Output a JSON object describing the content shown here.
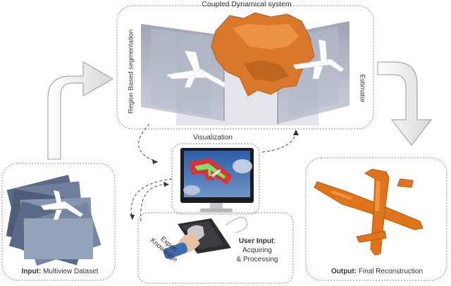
{
  "diagram": {
    "coupled_title": "Coupled Dynamical system",
    "region_label": "Region Based segmentation",
    "estimator_label": "Estimator",
    "visualization_label": "Visualization",
    "expert_label_line1": "Expert",
    "expert_label_line2": "Knowledge",
    "user_input": {
      "bold": "User Input",
      "suffix": ":",
      "line2": "Acquiring",
      "line3": "& Processing"
    },
    "input_caption": {
      "bold": "Input:",
      "rest": " Multiview Dataset"
    },
    "output_caption": {
      "bold": "Output:",
      "rest": " Final Reconstruction"
    }
  },
  "colors": {
    "orange": "#e07a1f",
    "panel": "#a9aebf",
    "screen": "#3a6fb8",
    "arrow_fill": "#eeeeee"
  }
}
